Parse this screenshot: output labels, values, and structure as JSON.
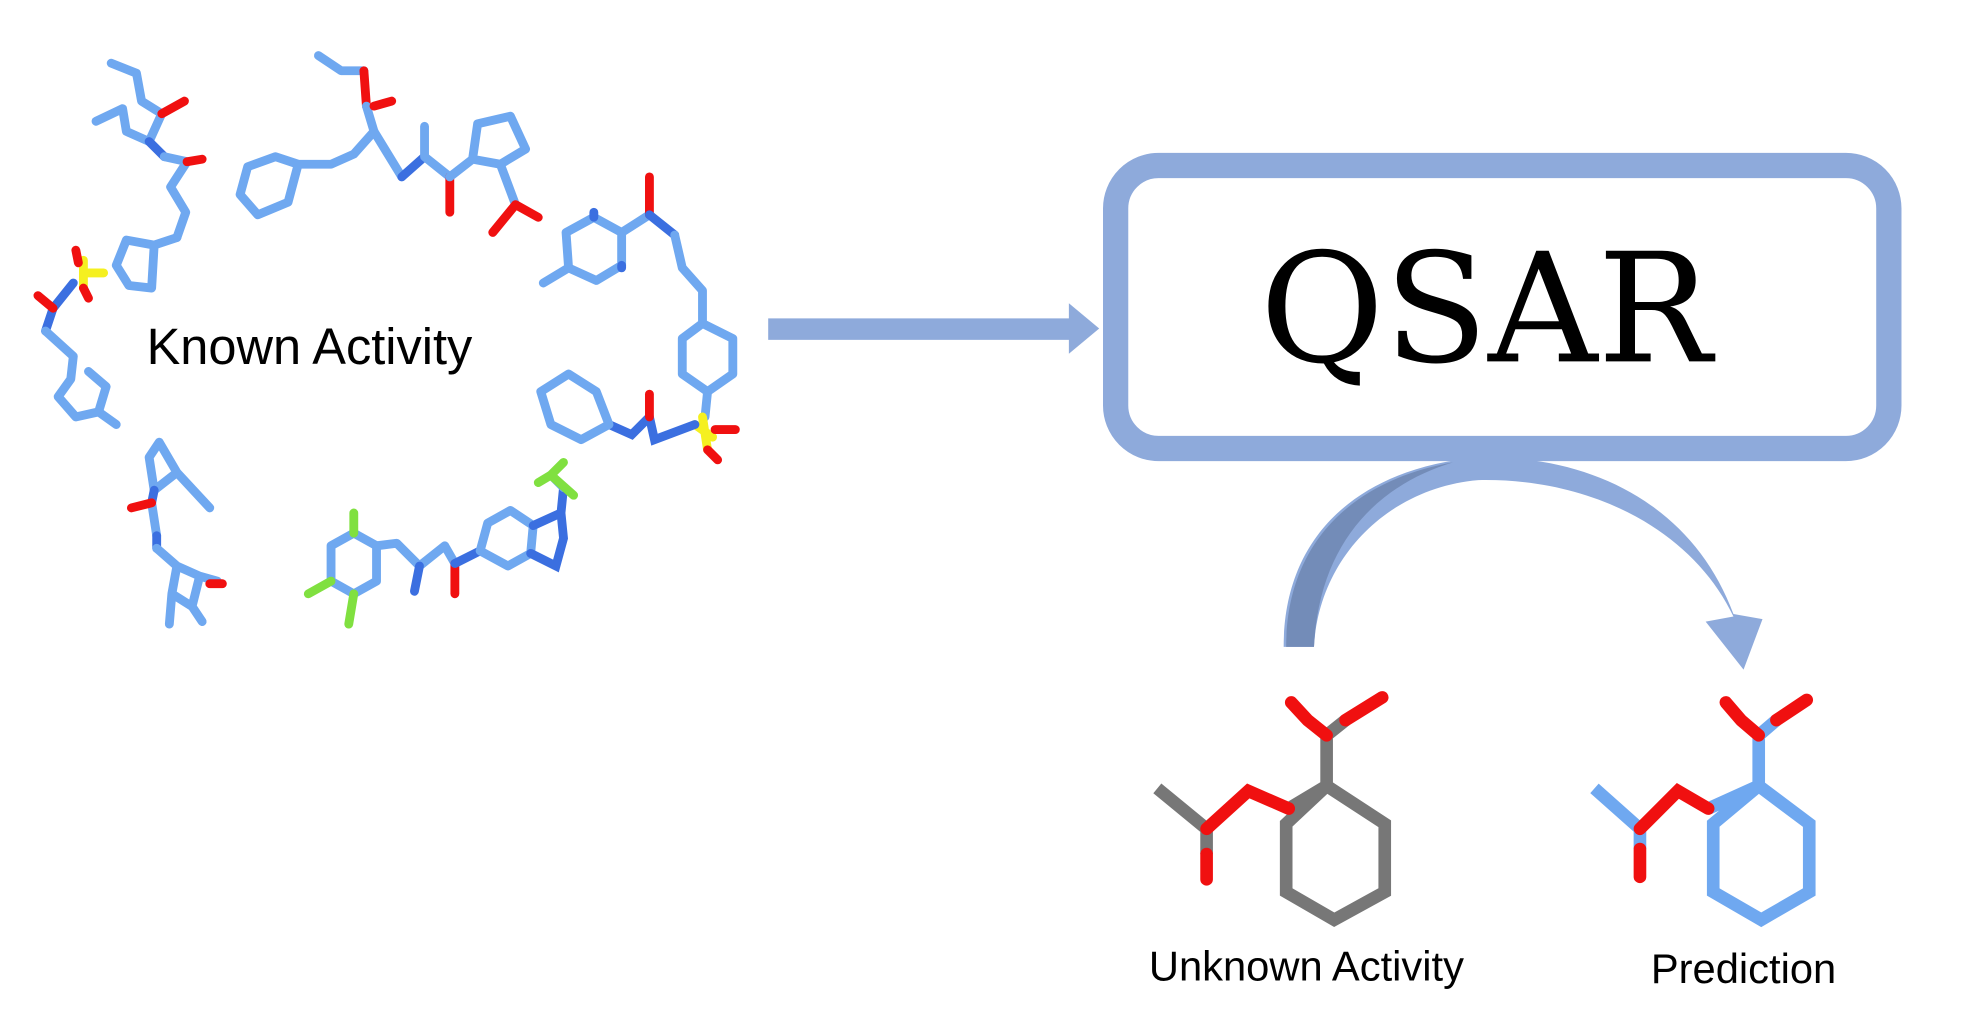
{
  "labels": {
    "known": "Known Activity",
    "model": "QSAR",
    "unknown": "Unknown Activity",
    "prediction": "Prediction"
  },
  "colors": {
    "arrow": "#8eaadb",
    "arrow_dark": "#7088b4",
    "carbon_known": "#6fa8f0",
    "carbon_unknown": "#777777",
    "oxygen": "#f01010",
    "nitrogen": "#3b6fe0",
    "sulfur": "#f5f020",
    "fluorine": "#80e040"
  }
}
